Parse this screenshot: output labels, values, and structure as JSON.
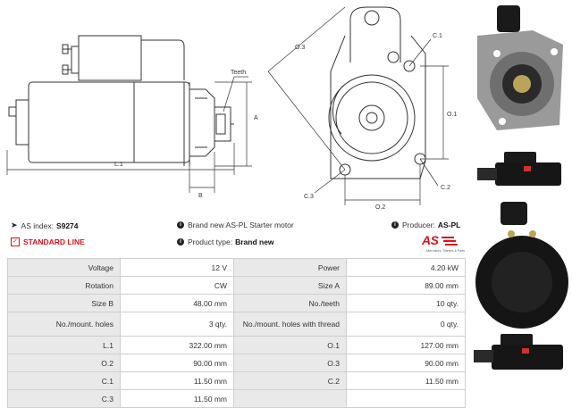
{
  "drawing": {
    "labels": {
      "teeth": "Teeth",
      "a": "A",
      "l1": "L.1",
      "b": "B",
      "o3_top": "O.3",
      "c1": "C.1",
      "o1": "O.1",
      "c2": "C.2",
      "c3": "C.3",
      "o2": "O.2"
    }
  },
  "info": {
    "as_index_label": "AS index:",
    "as_index_value": "S9274",
    "brand_text": "Brand new AS-PL Starter motor",
    "producer_label": "Producer:",
    "producer_value": "AS-PL",
    "standard_line": "STANDARD LINE",
    "product_type_label": "Product type:",
    "product_type_value": "Brand new"
  },
  "logo": {
    "text": "AS",
    "tagline": "Alternators, Starters & Parts"
  },
  "specs": [
    [
      {
        "l": "Voltage",
        "v": "12 V"
      },
      {
        "l": "Power",
        "v": "4.20 kW"
      }
    ],
    [
      {
        "l": "Rotation",
        "v": "CW"
      },
      {
        "l": "Size A",
        "v": "89.00 mm"
      }
    ],
    [
      {
        "l": "Size B",
        "v": "48.00 mm"
      },
      {
        "l": "No./teeth",
        "v": "10 qty."
      }
    ],
    [
      {
        "l": "No./mount. holes",
        "v": "3 qty."
      },
      {
        "l": "No./mount. holes with thread",
        "v": "0 qty."
      }
    ],
    [
      {
        "l": "L.1",
        "v": "322.00 mm"
      },
      {
        "l": "O.1",
        "v": "127.00 mm"
      }
    ],
    [
      {
        "l": "O.2",
        "v": "90.00 mm"
      },
      {
        "l": "O.3",
        "v": "90.00 mm"
      }
    ],
    [
      {
        "l": "C.1",
        "v": "11.50 mm"
      },
      {
        "l": "C.2",
        "v": "11.50 mm"
      }
    ],
    [
      {
        "l": "C.3",
        "v": "11.50 mm"
      },
      {
        "l": "",
        "v": ""
      }
    ]
  ]
}
